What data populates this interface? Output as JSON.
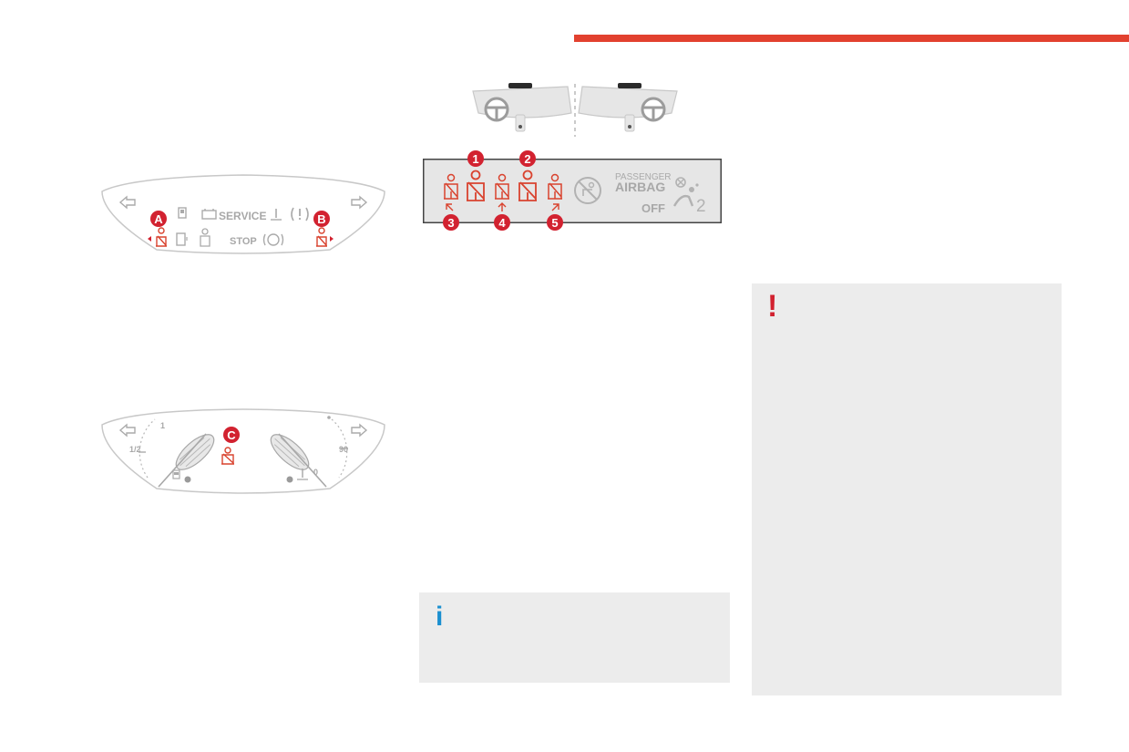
{
  "callouts": {
    "a": "A",
    "b": "B",
    "c": "C",
    "n1": "1",
    "n2": "2",
    "n3": "3",
    "n4": "4",
    "n5": "5"
  },
  "cluster_1": {
    "service_text": "SERVICE",
    "stop_text": "STOP"
  },
  "cluster_2": {
    "scale_1": "1",
    "scale_half": "1/2",
    "scale_90": "90",
    "scale_0": "0"
  },
  "console_panel": {
    "passenger_text": "PASSENGER",
    "airbag_text": "AIRBAG",
    "off_text": "OFF",
    "seat_count": "2"
  },
  "info_box": {
    "icon": "i"
  },
  "warning_box": {
    "icon": "!"
  },
  "colors": {
    "accent_red": "#e2412f",
    "callout_red": "#d22230",
    "info_blue": "#1a8fd0",
    "box_grey": "#ececec"
  }
}
